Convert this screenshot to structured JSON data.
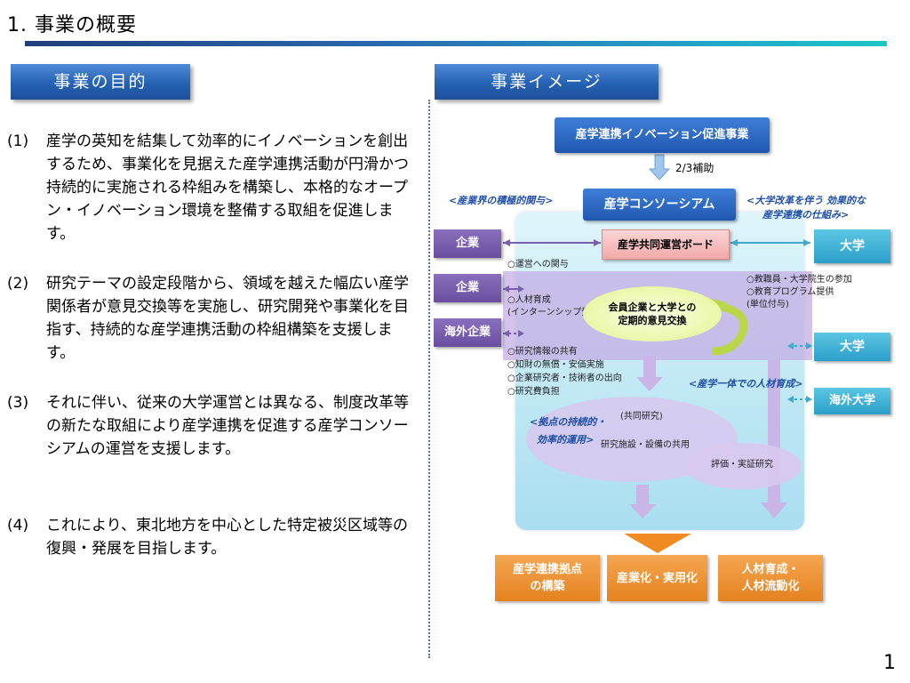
{
  "page": {
    "title": "1. 事業の概要",
    "page_number": "1"
  },
  "purpose": {
    "heading": "事業の目的",
    "items": [
      {
        "num": "(1)",
        "text": "産学の英知を結集して効率的にイノベーションを創出するため、事業化を見据えた産学連携活動が円滑かつ持続的に実施される枠組みを構築し、本格的なオープン・イノベーション環境を整備する取組を促進します。"
      },
      {
        "num": "(2)",
        "text": "研究テーマの設定段階から、領域を越えた幅広い産学関係者が意見交換等を実施し、研究開発や事業化を目指す、持続的な産学連携活動の枠組構築を支援します。"
      },
      {
        "num": "(3)",
        "text": "それに伴い、従来の大学運営とは異なる、制度改革等の新たな取組により産学連携を促進する産学コンソーシアムの運営を支援します。"
      },
      {
        "num": "(4)",
        "text": "これにより、東北地方を中心とした特定被災区域等の復興・発展を目指します。"
      }
    ]
  },
  "diagram": {
    "heading": "事業イメージ",
    "top_box": "産学連携イノベーション促進事業",
    "subsidy": "2/3補助",
    "left_note": "<産業界の積極的関与>",
    "right_note_1": "<大学改革を伴う 効果的な",
    "right_note_2": "産学連携の仕組み>",
    "consortium": "産学コンソーシアム",
    "board": "産学共同運営ボード",
    "left_boxes": [
      "企業",
      "企業",
      "海外企業"
    ],
    "right_boxes": [
      "大学",
      "大学",
      "海外大学"
    ],
    "left_notes_a": [
      "○運営への関与"
    ],
    "left_notes_b": [
      "○人材育成",
      "(インターンシップ受入)"
    ],
    "left_notes_c": [
      "○研究情報の共有",
      "○知財の無償・安価実施",
      "○企業研究者・技術者の出向",
      "○研究費負担"
    ],
    "right_notes": [
      "○教職員・大学院生の参加",
      "○教育プログラム提供",
      "(単位付与)"
    ],
    "exchange_1": "会員企業と大学との",
    "exchange_2": "定期的意見交換",
    "hr_note": "<産学一体での人材育成>",
    "base_1": "<拠点の持続的・",
    "base_2": "効率的運用>",
    "joint_research": "(共同研究)",
    "facility_share": "研究施設・設備の共用",
    "evaluation": "評価・実証研究",
    "outcomes": [
      [
        "産学連携拠点",
        "の構築"
      ],
      [
        "産業化・実用化"
      ],
      [
        "人材育成・",
        "人材流動化"
      ]
    ],
    "colors": {
      "navy": "#1f57b0",
      "purple": "#6a4fa0",
      "teal": "#2b9fc9",
      "orange": "#e4821f",
      "consortium_bg": "#bfe9f5"
    }
  }
}
